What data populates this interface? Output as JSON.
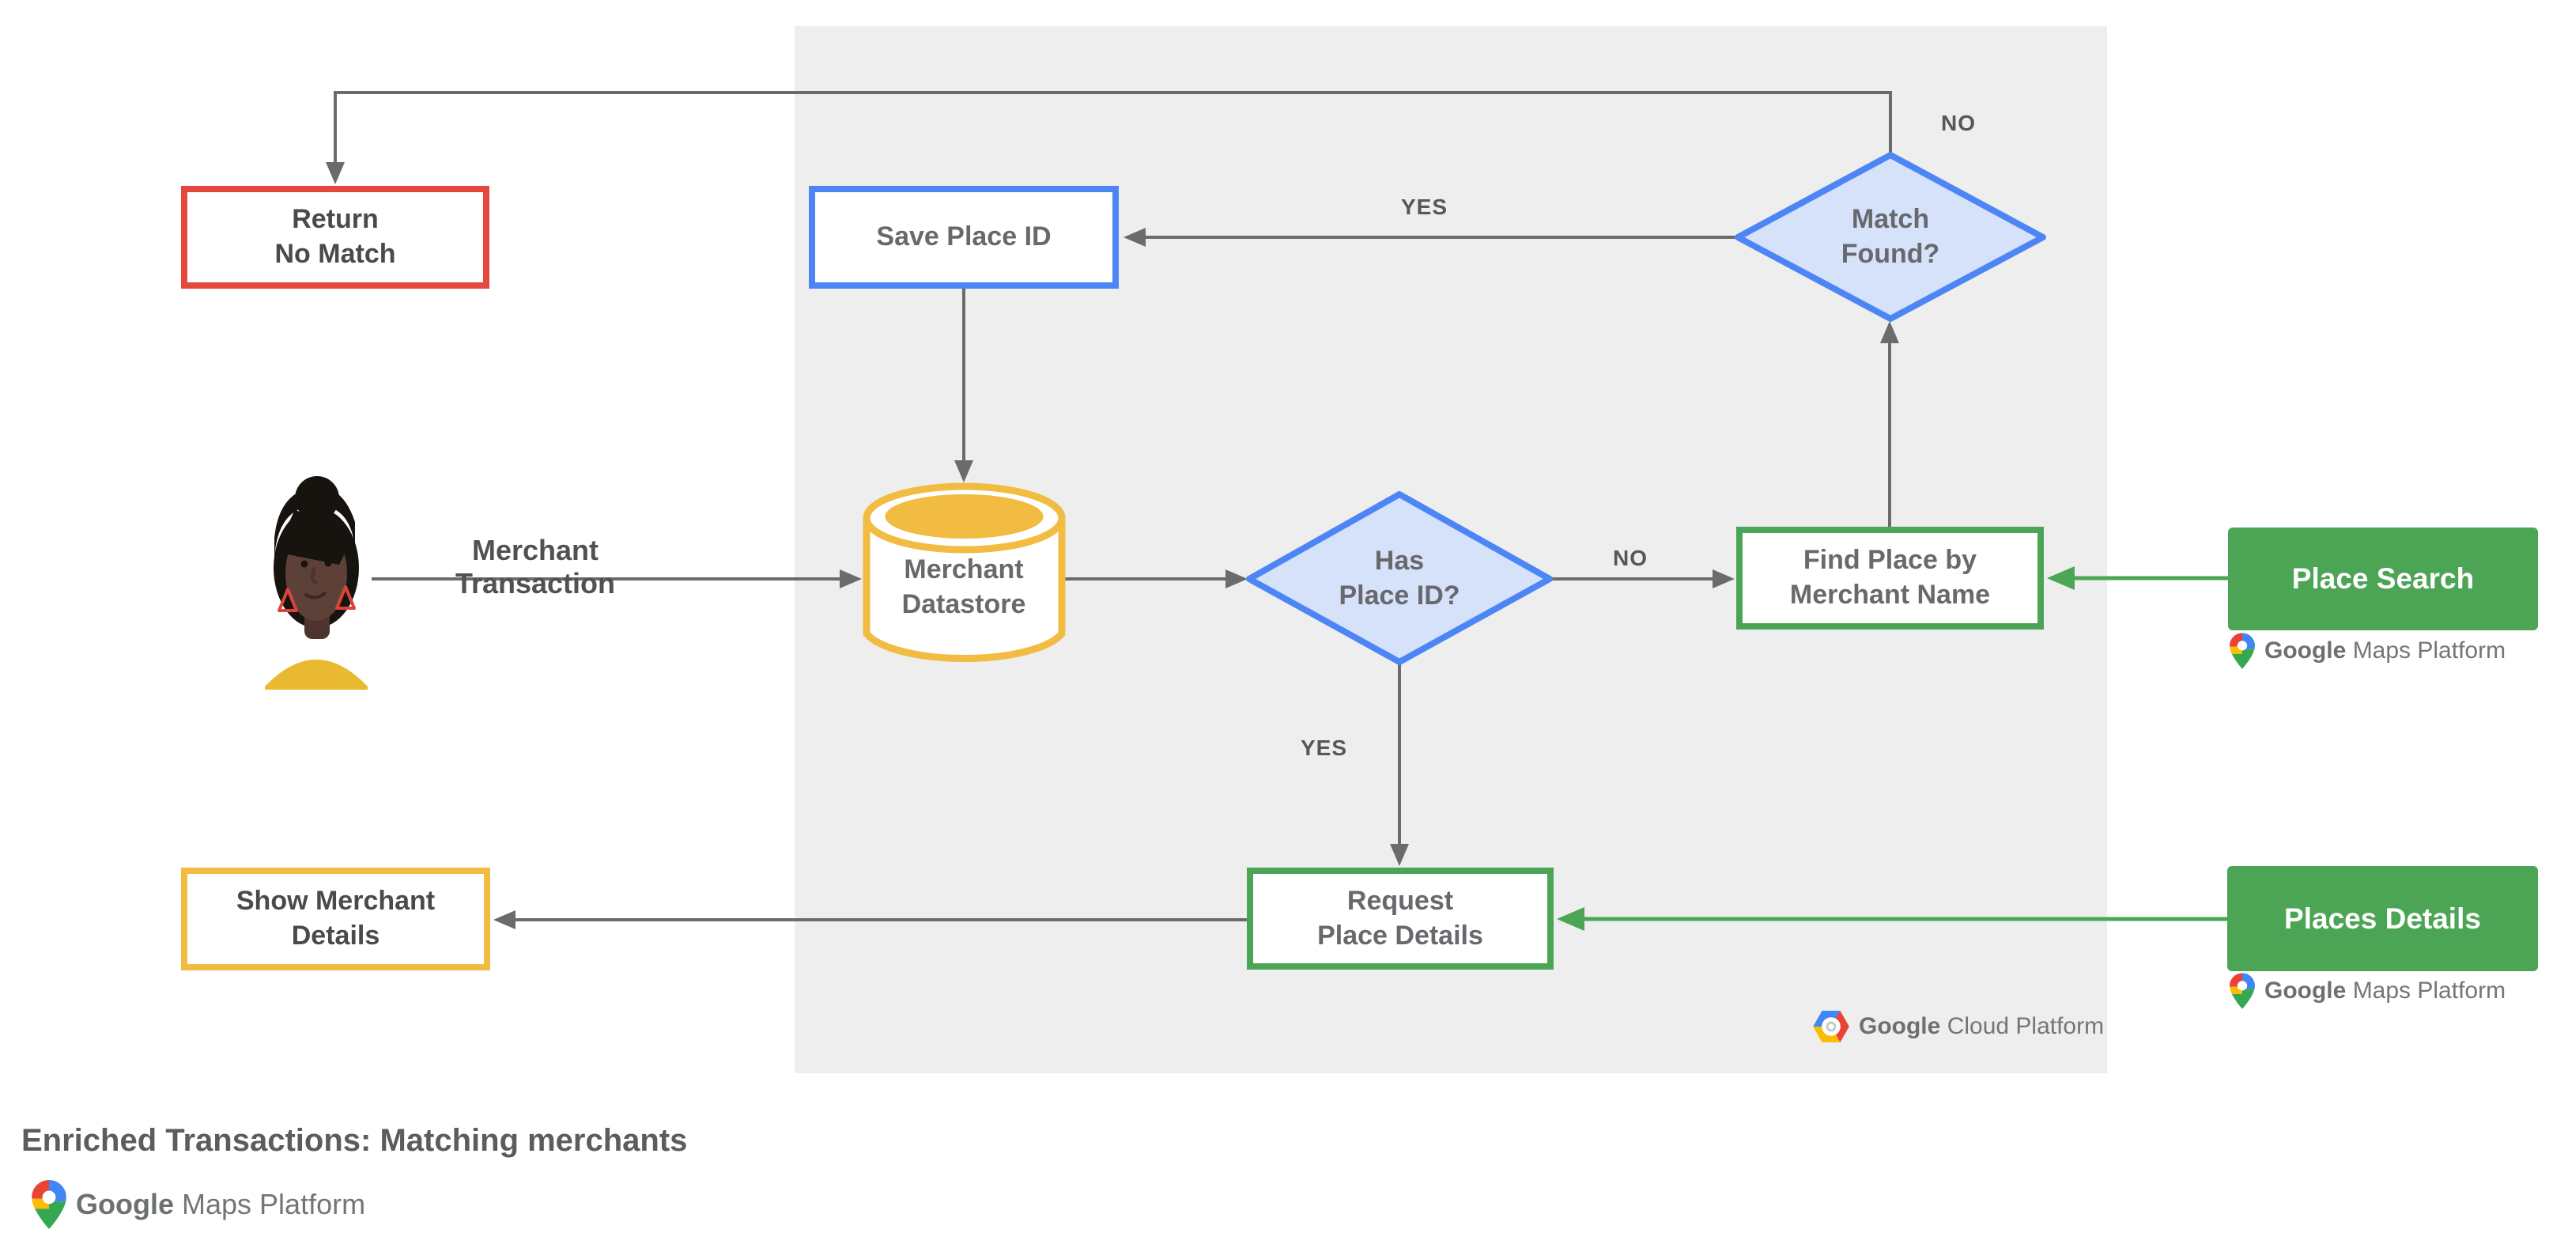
{
  "title": "Enriched Transactions: Matching merchants",
  "flow_label": "Merchant Transaction",
  "nodes": {
    "return_no_match": {
      "label": "Return\nNo Match"
    },
    "save_place_id": {
      "label": "Save Place ID"
    },
    "match_found": {
      "label": "Match\nFound?"
    },
    "merchant_datastore": {
      "label": "Merchant\nDatastore"
    },
    "has_place_id": {
      "label": "Has\nPlace ID?"
    },
    "find_place": {
      "label": "Find Place by\nMerchant Name"
    },
    "request_place_details": {
      "label": "Request\nPlace Details"
    },
    "show_merchant_details": {
      "label": "Show Merchant\nDetails"
    },
    "place_search": {
      "label": "Place Search"
    },
    "places_details": {
      "label": "Places Details"
    }
  },
  "edge_labels": {
    "no_return": "NO",
    "yes_save": "YES",
    "no_find": "NO",
    "yes_request": "YES"
  },
  "brand": {
    "google": "Google",
    "maps_platform": "Maps Platform",
    "cloud_platform": "Cloud Platform"
  },
  "colors": {
    "red": "#e5493d",
    "blue": "#4d86f4",
    "blue_fill": "#d6e1fa",
    "yellow": "#f2bb42",
    "green": "#4ca455",
    "line_gray": "#6b6b6b",
    "panel_gray": "#eeeeee"
  }
}
